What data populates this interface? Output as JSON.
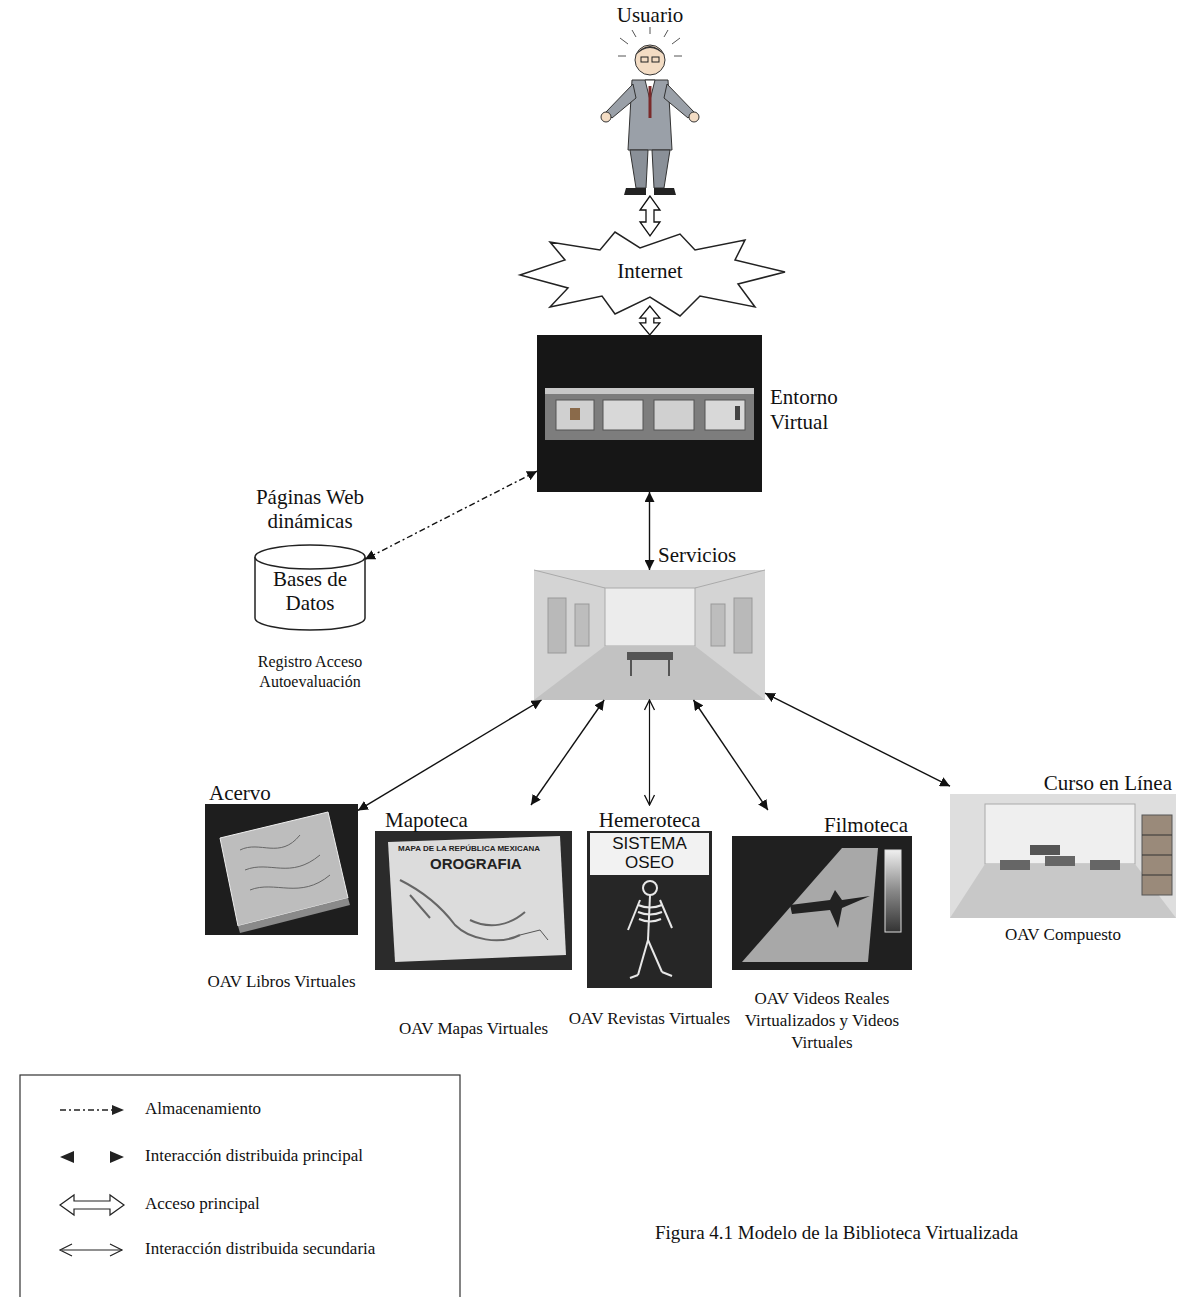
{
  "diagram": {
    "caption": "Figura 4.1 Modelo de la Biblioteca Virtualizada",
    "nodes": [
      {
        "text": [
          "Usuario"
        ]
      },
      {
        "text": [
          "Internet"
        ]
      },
      {
        "text": [
          "Entorno Virtual"
        ]
      },
      {
        "text": [
          "Páginas Web dinámicas",
          "Bases de Datos",
          "Registro Acceso Autoevaluación"
        ]
      },
      {
        "text": [
          "Servicios"
        ]
      },
      {
        "text": [
          "Acervo",
          "OAV Libros Virtuales"
        ]
      },
      {
        "text": [
          "Mapoteca",
          "OAV Mapas Virtuales"
        ]
      },
      {
        "text": [
          "Hemeroteca",
          "OAV Revistas Virtuales"
        ]
      },
      {
        "text": [
          "Filmoteca",
          "OAV Videos Reales Virtualizados y Videos Virtuales"
        ]
      },
      {
        "text": [
          "Curso en Línea",
          "OAV Compuesto"
        ]
      }
    ],
    "edges": [
      {
        "from": 0,
        "to": 1,
        "arrow": "both"
      },
      {
        "from": 1,
        "to": 2,
        "arrow": "both"
      },
      {
        "from": 2,
        "to": 3,
        "arrow": "both"
      },
      {
        "from": 2,
        "to": 4,
        "arrow": "both"
      },
      {
        "from": 4,
        "to": 5,
        "arrow": "both"
      },
      {
        "from": 4,
        "to": 6,
        "arrow": "both"
      },
      {
        "from": 4,
        "to": 7,
        "arrow": "both"
      },
      {
        "from": 4,
        "to": 8,
        "arrow": "both"
      },
      {
        "from": 4,
        "to": 9,
        "arrow": "both"
      }
    ],
    "labels": [
      "MAPA DE LA REPÚBLICA MEXICANA",
      "OROGRAFIA",
      "SISTEMA OSEO"
    ],
    "legend": [
      {
        "text": "Almacenamiento"
      },
      {
        "text": "Interacción distribuida principal"
      },
      {
        "text": "Acceso principal"
      },
      {
        "text": "Interacción distribuida secundaria"
      }
    ]
  }
}
